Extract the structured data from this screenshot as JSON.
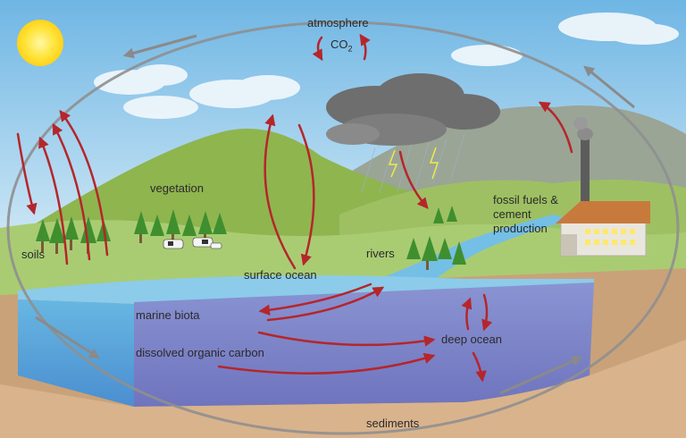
{
  "labels": {
    "atmosphere": "atmosphere",
    "co2_main": "CO",
    "co2_sub": "2",
    "vegetation": "vegetation",
    "soils": "soils",
    "surface_ocean": "surface ocean",
    "rivers": "rivers",
    "fossil_fuels_line1": "fossil fuels &",
    "fossil_fuels_line2": "cement",
    "fossil_fuels_line3": "production",
    "marine_biota": "marine biota",
    "dissolved_organic_carbon": "dissolved organic carbon",
    "deep_ocean": "deep ocean",
    "sediments": "sediments"
  },
  "colors": {
    "sky_top": "#6fb6e4",
    "sky_bottom": "#cfe8f6",
    "hill_green": "#8cb64a",
    "hill_dark": "#6f9b3a",
    "mountain_gray": "#8f9a8e",
    "ocean_surface": "#7fc4e6",
    "ocean_deep": "#7f86c8",
    "ocean_side": "#5ea8d8",
    "ground": "#c9a27a",
    "sun": "#ffe24a",
    "arrow_red": "#b5262b",
    "arrow_gray": "#8f8f8f",
    "cloud_dark": "#6f6f6f",
    "building_roof": "#c77a3c",
    "building_wall": "#e9e6de"
  }
}
